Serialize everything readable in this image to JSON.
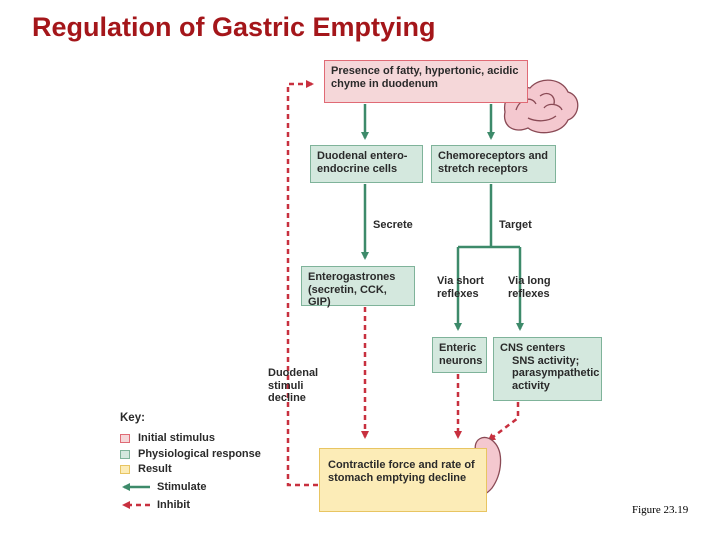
{
  "title": "Regulation of Gastric Emptying",
  "boxes": {
    "initial_stimulus": "Presence of fatty, hypertonic, acidic chyme in duodenum",
    "enteroendocrine": "Duodenal entero-endocrine cells",
    "chemoreceptors": "Chemoreceptors and stretch receptors",
    "enterogastrones": "Enterogastrones (secretin, CCK, GIP)",
    "enteric_neurons": "Enteric neurons",
    "cns_centers_title": "CNS centers",
    "cns_sns": "SNS activity;",
    "cns_para": "parasympathetic activity",
    "result": "Contractile force and rate of stomach emptying decline"
  },
  "labels": {
    "secrete": "Secrete",
    "target": "Target",
    "via_short": "Via short reflexes",
    "via_long": "Via long reflexes",
    "duodenal_decline": "Duodenal stimuli decline"
  },
  "key": {
    "title": "Key:",
    "initial_stimulus": "Initial stimulus",
    "physiological_response": "Physiological response",
    "result": "Result",
    "stimulate": "Stimulate",
    "inhibit": "Inhibit"
  },
  "caption": "Figure 23.19",
  "colors": {
    "title": "#a4161a",
    "stimulus_fill": "#f5d7d9",
    "response_fill": "#d4e8de",
    "result_fill": "#fcecb7",
    "stimulate_arrow": "#3d8a6a",
    "inhibit_arrow": "#c8303f"
  }
}
